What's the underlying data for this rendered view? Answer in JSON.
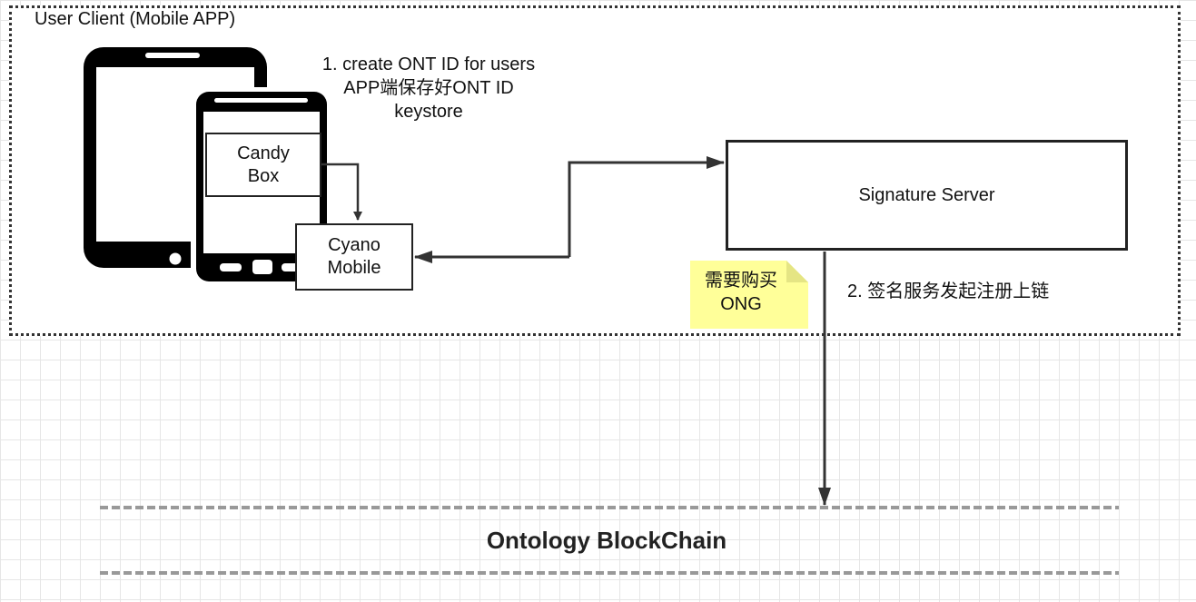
{
  "client": {
    "title": "User Client (Mobile APP)"
  },
  "note_create": {
    "lines": [
      "1. create ONT ID for users",
      "APP端保存好ONT ID",
      "keystore"
    ]
  },
  "candy_box": {
    "lines": [
      "Candy",
      "Box"
    ]
  },
  "cyano_mobile": {
    "lines": [
      "Cyano",
      "Mobile"
    ]
  },
  "signature_server": {
    "label": "Signature Server"
  },
  "sticky_note": {
    "lines": [
      "需要购买",
      "ONG"
    ],
    "color": "#ffff99"
  },
  "step2": {
    "label": "2. 签名服务发起注册上链"
  },
  "blockchain": {
    "label": "Ontology BlockChain"
  },
  "icons": [
    "tablet-icon",
    "mobile-phone-icon"
  ]
}
